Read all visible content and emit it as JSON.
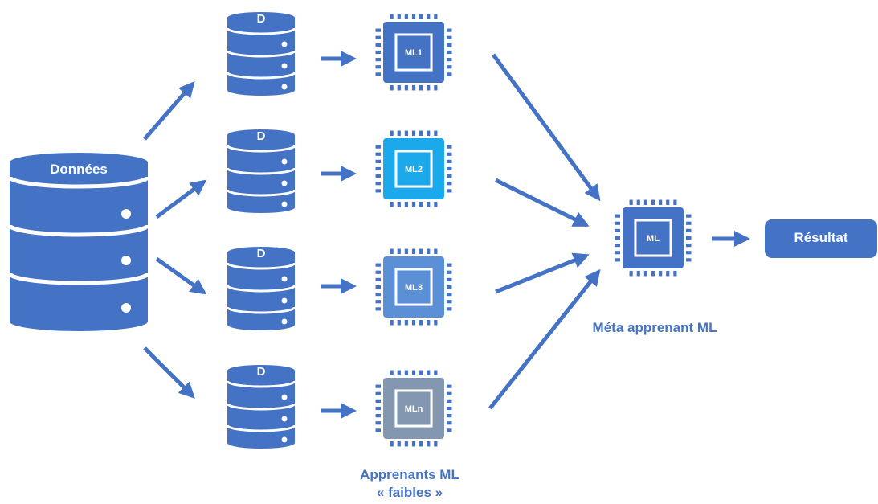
{
  "colors": {
    "primary": "#4472C4",
    "ml2_fill": "#1CA9EB",
    "ml2_stroke": "#6FCBF2",
    "ml3_fill": "#5B8FD6",
    "mln_fill": "#8497B0",
    "white": "#FFFFFF"
  },
  "source": {
    "label": "Données",
    "icon": "database-icon"
  },
  "subsets": [
    {
      "label": "D",
      "icon": "database-icon"
    },
    {
      "label": "D",
      "icon": "database-icon"
    },
    {
      "label": "D",
      "icon": "database-icon"
    },
    {
      "label": "D",
      "icon": "database-icon"
    }
  ],
  "learners": [
    {
      "label": "ML1",
      "icon": "chip-icon",
      "color": "#4472C4"
    },
    {
      "label": "ML2",
      "icon": "chip-icon",
      "color": "#1CA9EB"
    },
    {
      "label": "ML3",
      "icon": "chip-icon",
      "color": "#5B8FD6"
    },
    {
      "label": "MLn",
      "icon": "chip-icon",
      "color": "#8497B0"
    }
  ],
  "weak_learners_caption": {
    "line1": "Apprenants ML",
    "line2": "« faibles »"
  },
  "meta": {
    "label": "ML",
    "caption": "Méta apprenant ML",
    "icon": "chip-icon"
  },
  "result": {
    "label": "Résultat"
  }
}
